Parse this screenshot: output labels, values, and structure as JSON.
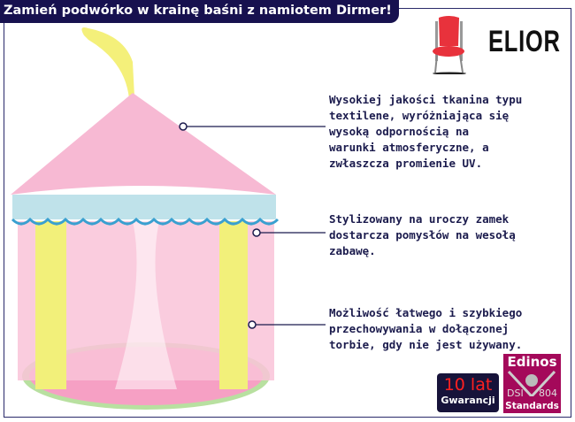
{
  "header": {
    "title": "Zamień podwórko w krainę baśni z namiotem Dirmer!"
  },
  "brand": {
    "name": "ELIOR",
    "accent": "#17114f"
  },
  "features": [
    {
      "text": "Wysokiej jakości tkanina typu\ntextilene, wyróżniająca się\nwysoką odpornością na\nwarunki atmosferyczne, a\nzwłaszcza promienie UV."
    },
    {
      "text": "Stylizowany na uroczy zamek\ndostarcza pomysłów na wesołą\nzabawę."
    },
    {
      "text": "Możliwość łatwego i szybkiego\nprzechowywania w dołączonej\ntorbie, gdy nie jest używany."
    }
  ],
  "badges": {
    "warranty_years": "10 lat",
    "warranty_label": "Gwarancji",
    "edinos_top": "Edinos",
    "edinos_left": "DSI",
    "edinos_right": "804",
    "edinos_bottom": "Standards"
  }
}
